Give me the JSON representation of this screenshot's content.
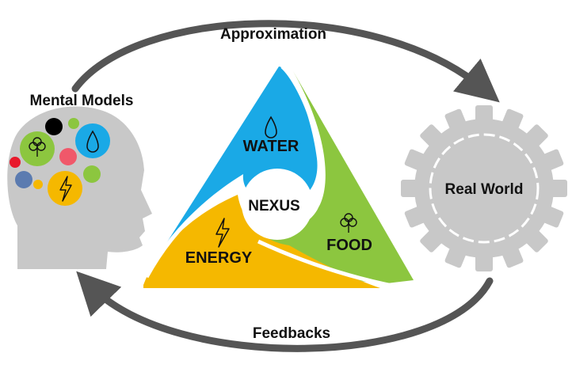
{
  "labels": {
    "top_arrow": "Approximation",
    "bottom_arrow": "Feedbacks",
    "mental_models": "Mental Models",
    "real_world": "Real World",
    "center": "NEXUS",
    "water": "WATER",
    "food": "FOOD",
    "energy": "ENERGY"
  },
  "colors": {
    "water": "#1aa9e6",
    "food": "#8cc63f",
    "energy": "#f5b800",
    "arrow": "#555555",
    "head": "#c8c8c8",
    "gear": "#c8c8c8",
    "text": "#111111"
  },
  "icons": {
    "water": "water-drop-icon",
    "food": "tree-icon",
    "energy": "lightning-icon"
  }
}
